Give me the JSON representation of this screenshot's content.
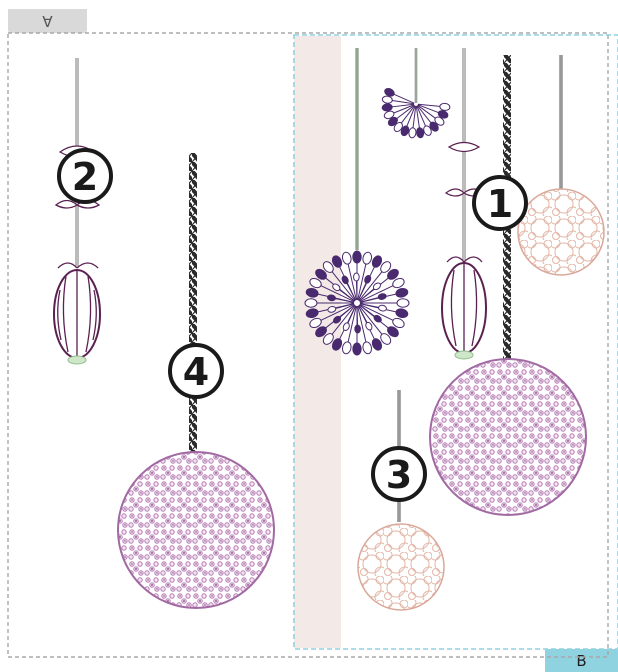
{
  "labels": {
    "hoop_a": "A",
    "hoop_b": "B"
  },
  "motifs": [
    {
      "number": "1",
      "description": "flower-cluster-bauble-on-twisted-cord"
    },
    {
      "number": "2",
      "description": "teardrop-leaf-ornament-on-thin-rod"
    },
    {
      "number": "3",
      "description": "bubble-circle-bauble-on-short-rod"
    },
    {
      "number": "4",
      "description": "flower-cluster-bauble-on-twisted-cord"
    }
  ],
  "colors": {
    "hoop_a_border": "#a8a8a8",
    "hoop_b_border": "#8fd2e0",
    "tab_a": "#d9d9d9",
    "tab_b": "#8fd2e0",
    "shaded_strip": "#f3e9e6",
    "purple": "#5a2150",
    "violet": "#4a2a6e",
    "lavender": "#c9a3cc",
    "peach": "#e3b7a8",
    "green": "#8fbf8a",
    "cord": "#2a2a2a"
  }
}
